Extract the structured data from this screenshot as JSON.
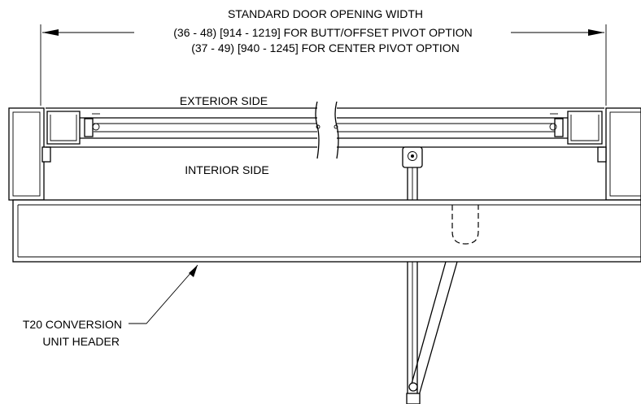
{
  "dimension": {
    "line1": "STANDARD DOOR OPENING WIDTH",
    "line2": "(36 - 48) [914 - 1219] FOR BUTT/OFFSET PIVOT OPTION",
    "line3": "(37 - 49) [940 - 1245] FOR CENTER PIVOT OPTION"
  },
  "labels": {
    "exterior": "EXTERIOR SIDE",
    "interior": "INTERIOR SIDE",
    "header_line1": "T20 CONVERSION",
    "header_line2": "UNIT HEADER"
  }
}
